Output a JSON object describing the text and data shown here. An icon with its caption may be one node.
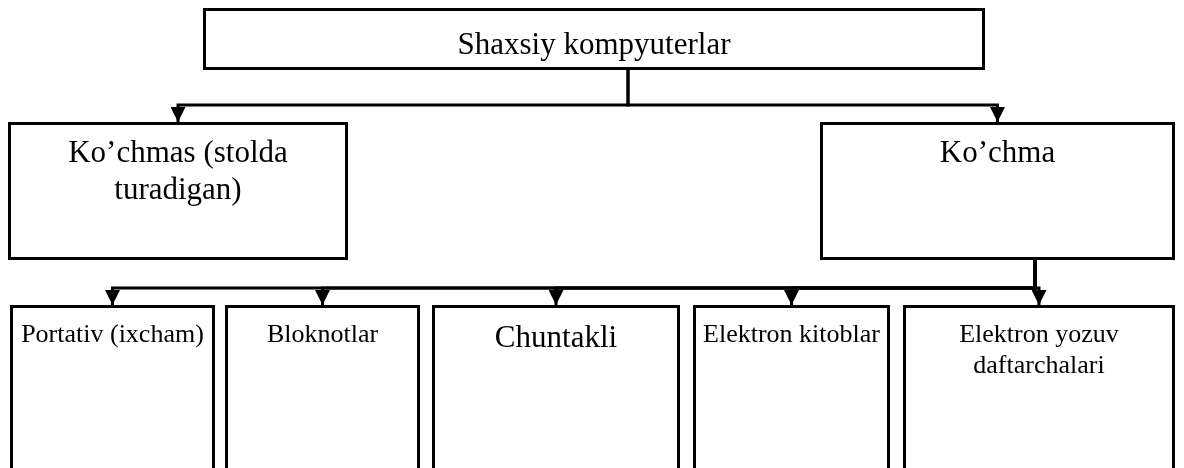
{
  "diagram": {
    "nodes": [
      {
        "text": [
          "Shaxsiy kompyuterlar"
        ]
      },
      {
        "text": [
          "Ko’chmas (stolda turadigan)"
        ]
      },
      {
        "text": [
          "Ko’chma"
        ]
      },
      {
        "text": [
          "Portativ (ixcham)"
        ]
      },
      {
        "text": [
          "Bloknotlar"
        ]
      },
      {
        "text": [
          "Chuntakli"
        ]
      },
      {
        "text": [
          "Elektron kitoblar"
        ]
      },
      {
        "text": [
          "Elektron yozuv daftarchalari"
        ]
      }
    ],
    "edges": [
      {
        "from": 0,
        "to": 1,
        "arrow": "to"
      },
      {
        "from": 0,
        "to": 2,
        "arrow": "to"
      },
      {
        "from": 2,
        "to": 3,
        "arrow": "to"
      },
      {
        "from": 2,
        "to": 4,
        "arrow": "to"
      },
      {
        "from": 2,
        "to": 5,
        "arrow": "to"
      },
      {
        "from": 2,
        "to": 6,
        "arrow": "to"
      },
      {
        "from": 2,
        "to": 7,
        "arrow": "to"
      }
    ]
  }
}
